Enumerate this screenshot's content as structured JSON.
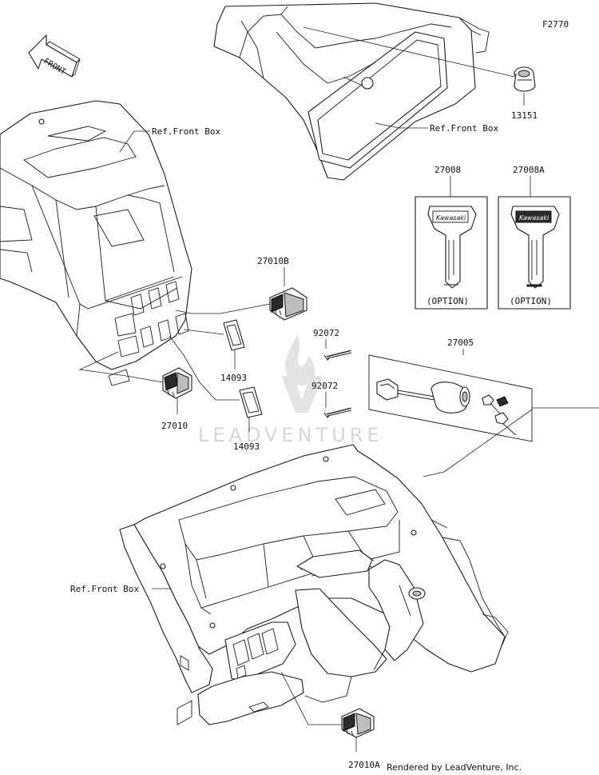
{
  "figure_code": "F2770",
  "front_arrow_label": "FRONT",
  "references": {
    "ref_top_left": "Ref.Front Box",
    "ref_top_right": "Ref.Front Box",
    "ref_bottom": "Ref.Front Box"
  },
  "parts": {
    "p13151": "13151",
    "p27008": "27008",
    "p27008a": "27008A",
    "p27010b": "27010B",
    "p92072_top": "92072",
    "p92072_bottom": "92072",
    "p27005": "27005",
    "p14093_top": "14093",
    "p14093_bottom": "14093",
    "p27010": "27010",
    "p27010a": "27010A"
  },
  "key_option_label": "(OPTION)",
  "key_brand": "Kawasaki",
  "watermark": "LEADVENTURE",
  "credit": "Rendered by LeadVenture, Inc.",
  "colors": {
    "line": "#1a1a1a",
    "watermark": "#d6d6d6",
    "background": "#ffffff"
  }
}
